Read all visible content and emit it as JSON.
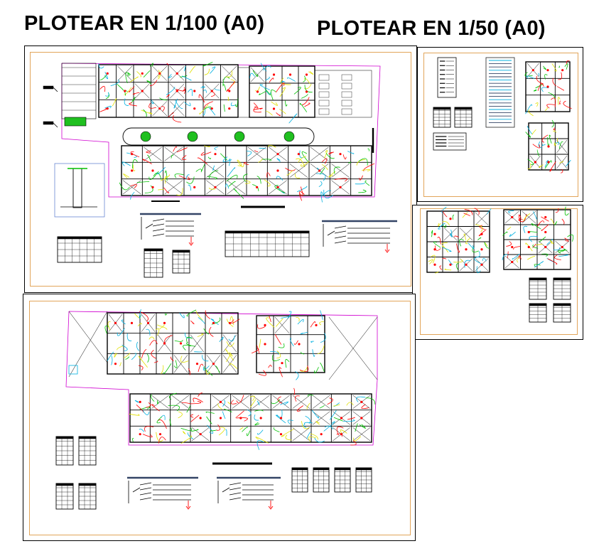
{
  "titles": {
    "scale_100": "PLOTEAR EN 1/100 (A0)",
    "scale_50": "PLOTEAR EN 1/50 (A0)"
  },
  "colors": {
    "sheet_border": "#000000",
    "frame_border": "#e2a55a",
    "wall": "#000000",
    "circuit_red": "#ff0000",
    "circuit_green": "#00c000",
    "circuit_yellow": "#e0e000",
    "circuit_cyan": "#00b0e0",
    "outline_magenta": "#d000d0",
    "garden_green": "#20c020"
  },
  "sheets": [
    {
      "id": "sheet-a",
      "scale": "1/100",
      "content": "site-plan-ground-floor"
    },
    {
      "id": "sheet-b",
      "scale": "1/50",
      "content": "typical-unit-plans"
    },
    {
      "id": "sheet-c",
      "scale": "1/50",
      "content": "unit-plan-details"
    },
    {
      "id": "sheet-d",
      "scale": "1/100",
      "content": "upper-floor-plan"
    }
  ]
}
